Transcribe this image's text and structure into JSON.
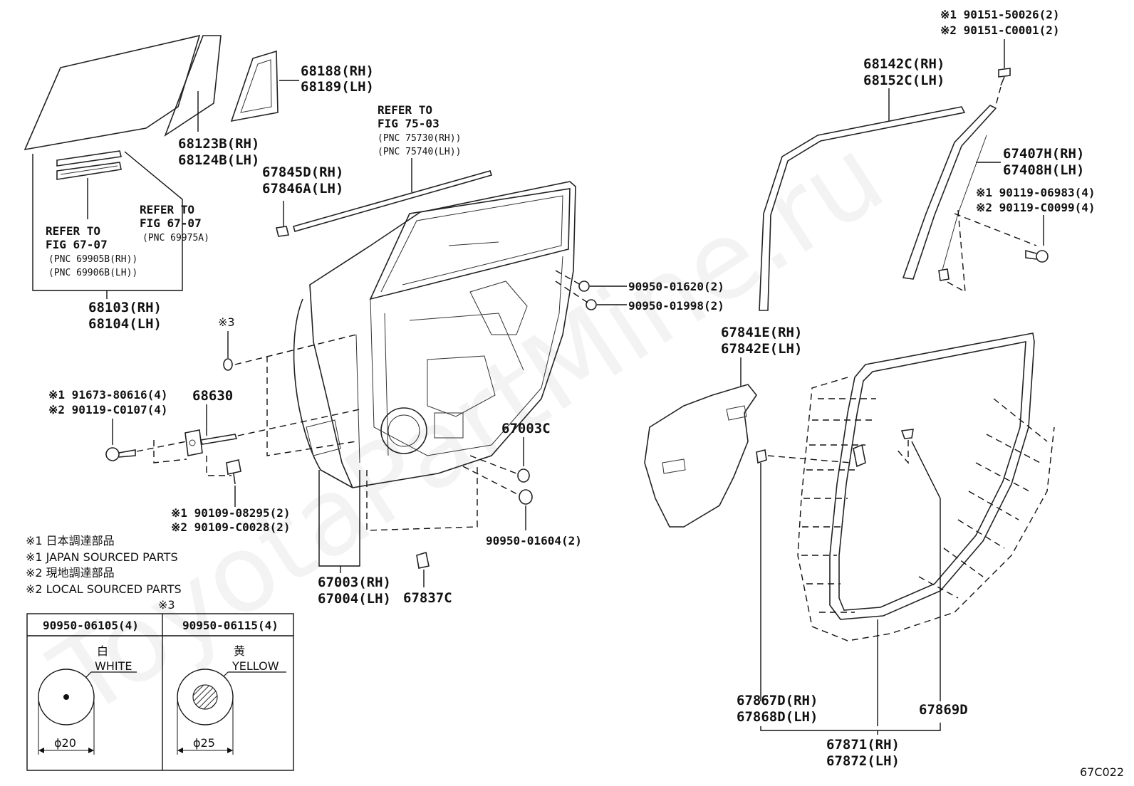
{
  "watermark": "ToyotaPartMine.ru",
  "figure_code": "67C022",
  "labels": {
    "p68188": "68188(RH)",
    "p68189": "68189(LH)",
    "p68123": "68123B(RH)",
    "p68124": "68124B(LH)",
    "ref7503": [
      "REFER TO",
      "FIG 75-03"
    ],
    "ref7503_pnc": [
      "(PNC 75730(RH))",
      "(PNC 75740(LH))"
    ],
    "p67845": "67845D(RH)",
    "p67846": "67846A(LH)",
    "ref6707a": [
      "REFER TO",
      "FIG 67-07"
    ],
    "ref6707a_pnc": [
      "(PNC 69975A)"
    ],
    "ref6707b": [
      "REFER TO",
      "FIG 67-07"
    ],
    "ref6707b_pnc": [
      "(PNC 69905B(RH))",
      "(PNC 69906B(LH))"
    ],
    "p68103": "68103(RH)",
    "p68104": "68104(LH)",
    "note3": "※3",
    "bolt_a1": "※1 91673-80616(4)",
    "bolt_a2": "※2 90119-C0107(4)",
    "p68630": "68630",
    "p67003c": "67003C",
    "bolt_b1": "※1 90109-08295(2)",
    "bolt_b2": "※2 90109-C0028(2)",
    "p9095001604": "90950-01604(2)",
    "p67003": "67003(RH)",
    "p67004": "67004(LH)",
    "p67837": "67837C",
    "p9095001620": "90950-01620(2)",
    "p9095001998": "90950-01998(2)",
    "screw1": "※1 90151-50026(2)",
    "screw2": "※2 90151-C0001(2)",
    "p68142": "68142C(RH)",
    "p68152": "68152C(LH)",
    "p67407": "67407H(RH)",
    "p67408": "67408H(LH)",
    "clip1": "※1 90119-06983(4)",
    "clip2": "※2 90119-C0099(4)",
    "p67841": "67841E(RH)",
    "p67842": "67842E(LH)",
    "p67867": "67867D(RH)",
    "p67868": "67868D(LH)",
    "p67869": "67869D",
    "p67871": "67871(RH)",
    "p67872": "67872(LH)"
  },
  "legend": [
    "※1 日本調達部品",
    "※1 JAPAN SOURCED PARTS",
    "※2 現地調達部品",
    "※2 LOCAL SOURCED PARTS"
  ],
  "plug_table": {
    "note": "※3",
    "columns": [
      {
        "header": "90950-06105(4)",
        "color_jp": "白",
        "color_en": "WHITE",
        "dimension": "ϕ20"
      },
      {
        "header": "90950-06115(4)",
        "color_jp": "黄",
        "color_en": "YELLOW",
        "dimension": "ϕ25"
      }
    ]
  }
}
